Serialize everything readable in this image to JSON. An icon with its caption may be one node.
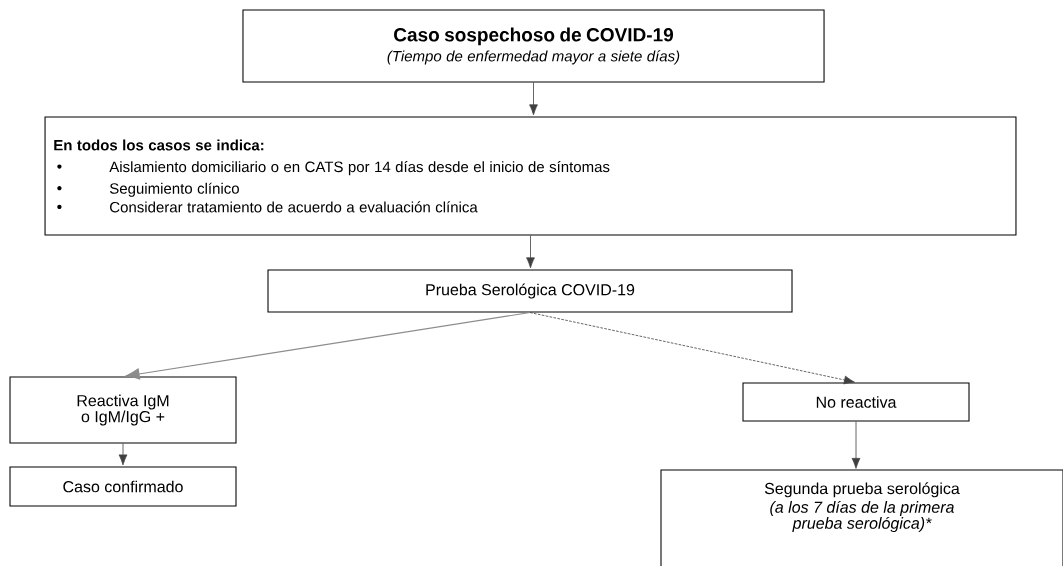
{
  "diagram": {
    "nodes": [
      {
        "text": [
          "Caso sospechoso de COVID-19",
          "(Tiempo de enfermedad mayor a siete días)"
        ]
      },
      {
        "text": [
          "En todos los casos se indica:",
          "Aislamiento domiciliario o en CATS por 14 días desde el inicio de síntomas",
          "Seguimiento clínico",
          "Considerar tratamiento de acuerdo a evaluación clínica"
        ]
      },
      {
        "text": [
          "Prueba Serológica COVID-19"
        ]
      },
      {
        "text": [
          "Reactiva IgM o IgM/IgG +"
        ]
      },
      {
        "text": [
          "Caso confirmado"
        ]
      },
      {
        "text": [
          "No reactiva"
        ]
      },
      {
        "text": [
          "Segunda prueba serológica",
          "(a los 7 días de la primera prueba serológica)*"
        ]
      }
    ],
    "edges": [
      {
        "from": 0,
        "to": 1,
        "arrow": "to"
      },
      {
        "from": 1,
        "to": 2,
        "arrow": "to"
      },
      {
        "from": 2,
        "to": 3,
        "arrow": "to",
        "color": "#8c8c8c"
      },
      {
        "from": 2,
        "to": 5,
        "arrow": "to",
        "style": "dashed"
      },
      {
        "from": 3,
        "to": 4,
        "arrow": "to"
      },
      {
        "from": 5,
        "to": 6,
        "arrow": "to"
      }
    ]
  }
}
